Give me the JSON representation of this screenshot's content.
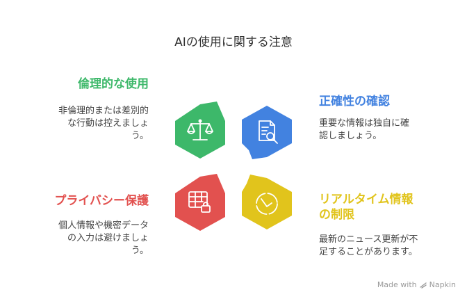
{
  "title": "AIの使用に関する注意",
  "colors": {
    "green": "#3DB86A",
    "blue": "#4282E0",
    "red": "#E2514F",
    "yellow": "#E1C41C"
  },
  "items": [
    {
      "heading": "倫理的な使用",
      "desc_lines": [
        "非倫理的または差別的",
        "な行動は控えましょ",
        "う。"
      ],
      "icon": "balance-scale-icon"
    },
    {
      "heading": "正確性の確認",
      "desc_lines": [
        "重要な情報は独自に確",
        "認しましょう。"
      ],
      "icon": "document-search-icon"
    },
    {
      "heading": "プライバシー保護",
      "desc_lines": [
        "個人情報や機密データ",
        "の入力は避けましょ",
        "う。"
      ],
      "icon": "table-lock-icon"
    },
    {
      "heading_lines": [
        "リアルタイム情報",
        "の制限"
      ],
      "desc_lines": [
        "最新のニュース更新が不",
        "足することがあります。"
      ],
      "icon": "clock-timer-icon"
    }
  ],
  "credit": "Made with",
  "credit_brand": "Napkin"
}
